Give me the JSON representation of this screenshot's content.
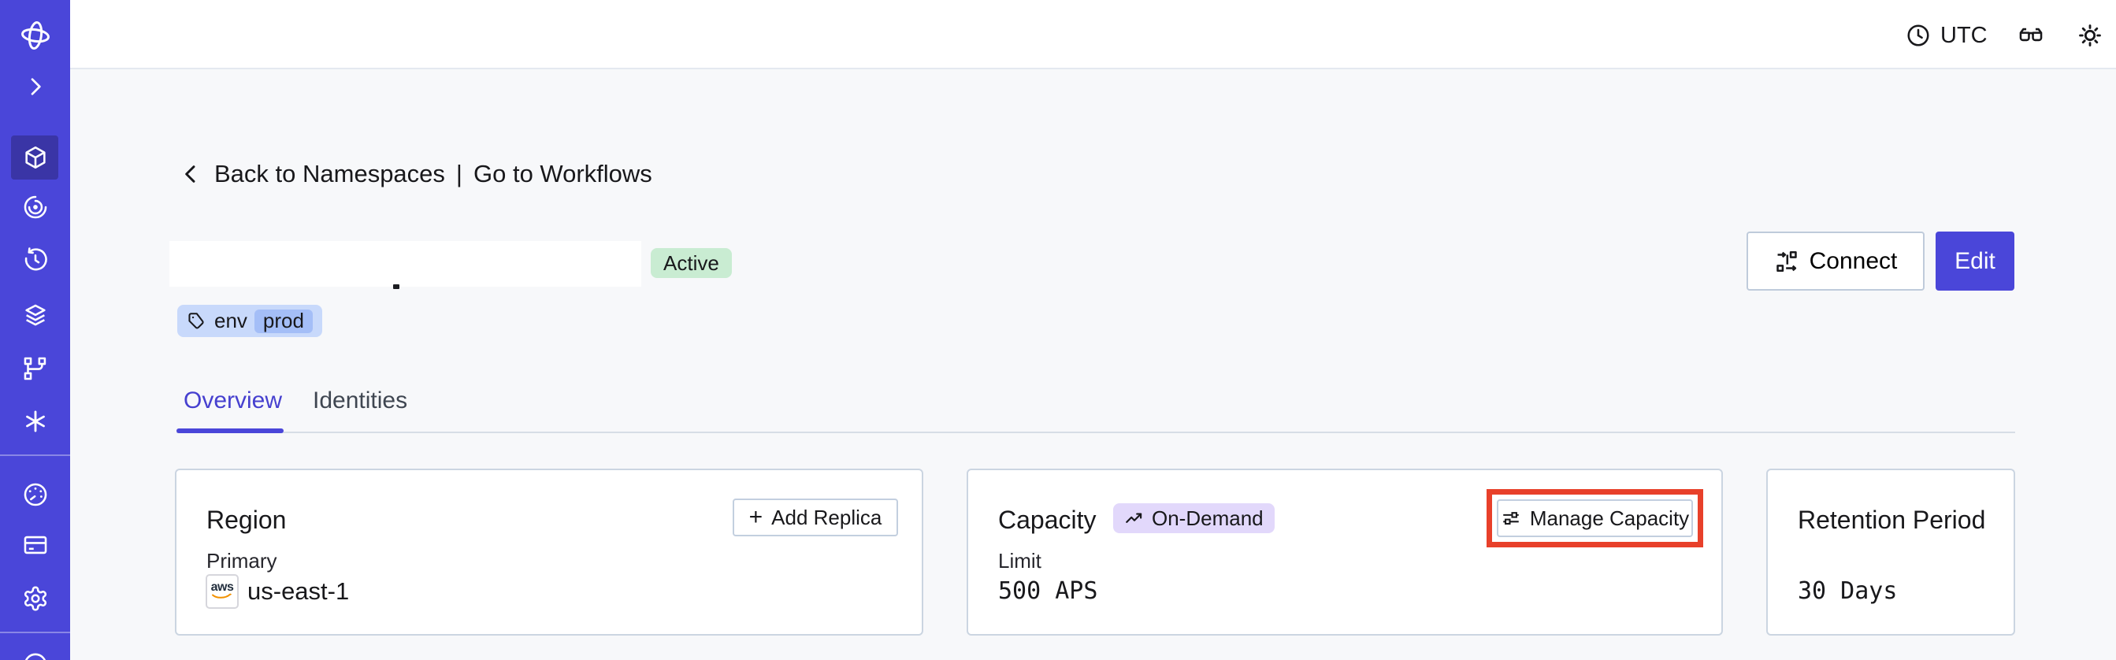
{
  "topbar": {
    "timezone_label": "UTC",
    "icons": [
      "clock-icon",
      "glasses-icon",
      "sun-theme-icon",
      "user-avatar"
    ]
  },
  "sidebar": {
    "items": [
      {
        "icon": "temporal-logo-icon"
      },
      {
        "icon": "chevron-right-expand-icon"
      },
      {
        "icon": "cube-namespaces-icon",
        "active": true
      },
      {
        "icon": "spiral-icon"
      },
      {
        "icon": "clock-history-icon"
      },
      {
        "icon": "layers-icon"
      },
      {
        "icon": "branch-icon"
      },
      {
        "icon": "asterisk-icon"
      },
      {
        "icon": "gauge-icon"
      },
      {
        "icon": "credit-card-icon"
      },
      {
        "icon": "gear-icon"
      },
      {
        "icon": "partial-circle-icon"
      }
    ]
  },
  "breadcrumb": {
    "back_label": "Back to Namespaces",
    "separator": "|",
    "forward_label": "Go to Workflows"
  },
  "namespace": {
    "status": "Active",
    "tag_key": "env",
    "tag_value": "prod"
  },
  "actions": {
    "connect_label": "Connect",
    "edit_label": "Edit"
  },
  "tabs": {
    "overview": "Overview",
    "identities": "Identities"
  },
  "cards": {
    "region": {
      "title": "Region",
      "add_replica_plus": "+",
      "add_replica_label": "Add Replica",
      "primary_label": "Primary",
      "provider_label": "aws",
      "region_value": "us-east-1"
    },
    "capacity": {
      "title": "Capacity",
      "badge": "On-Demand",
      "manage_label": "Manage Capacity",
      "limit_label": "Limit",
      "limit_value": "500 APS"
    },
    "retention": {
      "title": "Retention Period",
      "value": "30 Days"
    }
  },
  "colors": {
    "accent_indigo": "#4a46d9",
    "sidebar_active_bg": "#3a35a6",
    "status_active_bg": "#c9ecd2",
    "ondemand_badge_bg": "#e2d8fb",
    "tag_chip_bg": "#c8d9fb",
    "tag_chip_inner_bg": "#a4bef7",
    "annotation_highlight": "#e8402a",
    "card_border": "#cbd5e1",
    "aws_smile_orange": "#f29100"
  }
}
